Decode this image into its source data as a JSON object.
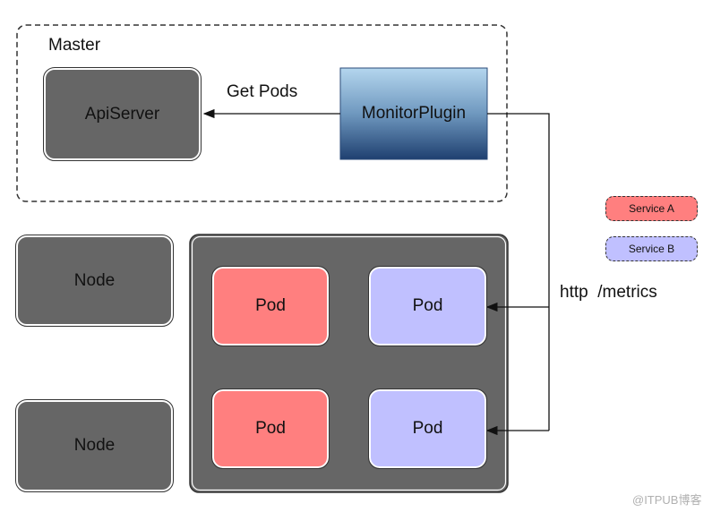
{
  "diagram": {
    "master": {
      "label": "Master"
    },
    "api_server": {
      "label": "ApiServer"
    },
    "monitor_plugin": {
      "label": "MonitorPlugin"
    },
    "get_pods_label": "Get Pods",
    "http_metrics_label": "http  /metrics",
    "nodes": [
      {
        "label": "Node"
      },
      {
        "label": "Node"
      }
    ],
    "pods": [
      {
        "label": "Pod",
        "service": "A"
      },
      {
        "label": "Pod",
        "service": "B"
      },
      {
        "label": "Pod",
        "service": "A"
      },
      {
        "label": "Pod",
        "service": "B"
      }
    ],
    "legend": [
      {
        "label": "Service A",
        "color": "#ff7f7f"
      },
      {
        "label": "Service B",
        "color": "#c0c0ff"
      }
    ],
    "watermark": "@ITPUB博客"
  },
  "colors": {
    "node_fill": "#666666",
    "service_a": "#ff7f7f",
    "service_b": "#c0c0ff",
    "monitor_top": "#b4d6ee",
    "monitor_bottom": "#1f4070"
  }
}
